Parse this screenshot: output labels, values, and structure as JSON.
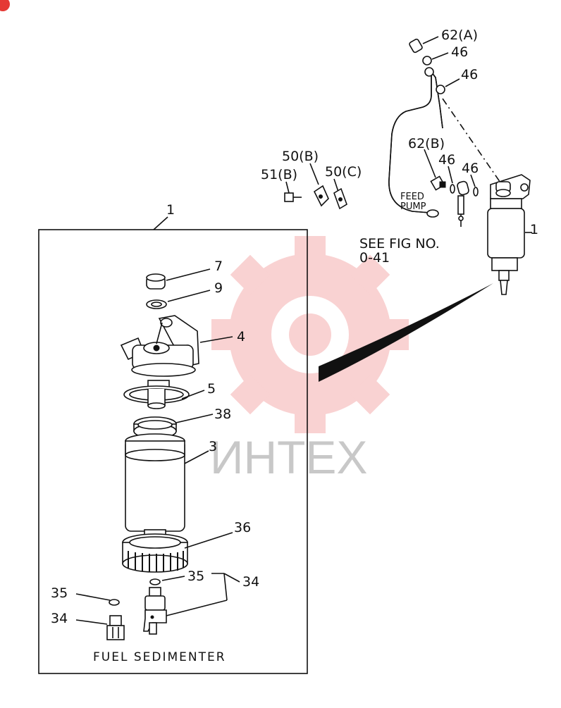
{
  "labels": {
    "frame_callout": "1",
    "p62a": "62(A)",
    "p46a": "46",
    "p46b": "46",
    "p62b": "62(B)",
    "p46c": "46",
    "p46d": "46",
    "p50b": "50(B)",
    "p50c": "50(C)",
    "p51b": "51(B)",
    "right_assy": "1",
    "feed1": "FEED",
    "feed2": "PUMP",
    "see1": "SEE FIG NO.",
    "see2": "0-41",
    "p7": "7",
    "p9": "9",
    "p4": "4",
    "p5": "5",
    "p38": "38",
    "p3": "3",
    "p36": "36",
    "p35a": "35",
    "p34a": "34",
    "p35b": "35",
    "p34b": "34"
  },
  "caption": "FUEL SEDIMENTER",
  "watermark": "ИНТЕХ",
  "colors": {
    "watermark_logo": "#f4b9b9",
    "watermark_text": "#c8c8c8",
    "line": "#111111",
    "badge": "#e53935"
  }
}
